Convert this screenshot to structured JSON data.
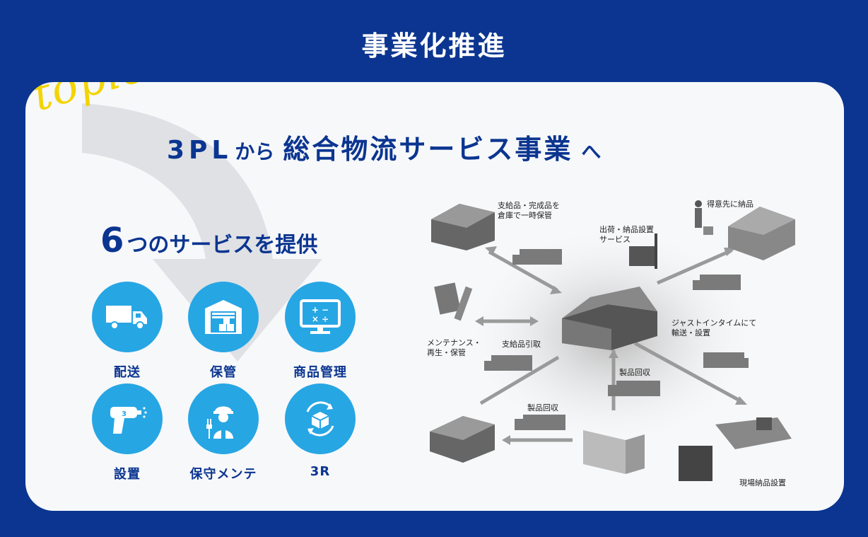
{
  "header": {
    "title": "事業化推進"
  },
  "topics_script": "topics",
  "headline": {
    "part1": "3PL",
    "part2": "から",
    "part3": "総合物流サービス事業",
    "part4": "へ"
  },
  "subhead": {
    "number": "6",
    "text": "つのサービスを提供"
  },
  "services": [
    {
      "label": "配送",
      "icon": "truck-icon"
    },
    {
      "label": "保管",
      "icon": "warehouse-icon"
    },
    {
      "label": "商品管理",
      "icon": "monitor-calc-icon"
    },
    {
      "label": "設置",
      "icon": "drill-icon"
    },
    {
      "label": "保守メンテ",
      "icon": "worker-icon"
    },
    {
      "label": "3R",
      "icon": "recycle-box-icon"
    }
  ],
  "diagram": {
    "labels": {
      "storage": [
        "支給品・完成品を",
        "倉庫で一時保管"
      ],
      "shipping": [
        "出荷・納品設置",
        "サービス"
      ],
      "customer": "得意先に納品",
      "maintenance": [
        "メンテナンス・",
        "再生・保管"
      ],
      "pickup": "支給品引取",
      "jit": [
        "ジャストインタイムにて",
        "輸送・設置"
      ],
      "collect1": "製品回収",
      "collect2": "製品回収",
      "site": "現場納品設置"
    }
  },
  "colors": {
    "navy": "#0b3590",
    "accent_yellow": "#fce600",
    "service_blue": "#27a6e4",
    "card": "#f7f8fa"
  }
}
